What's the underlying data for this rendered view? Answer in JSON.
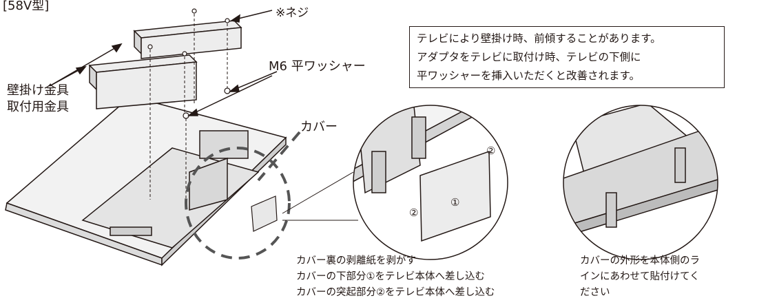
{
  "model_label": "[58V型]",
  "labels": {
    "screw": "※ネジ",
    "washer": "M6 平ワッシャー",
    "bracket_line1": "壁掛け金具",
    "bracket_line2": "取付用金具",
    "cover": "カバー",
    "num1": "①",
    "num2": "②"
  },
  "note": {
    "line1": "テレビにより壁掛け時、前傾することがあります。",
    "line2": "アダプタをテレビに取付け時、テレビの下側に",
    "line3": "平ワッシャーを挿入いただくと改善されます。"
  },
  "caption_left": {
    "line1": "カバー裏の剥離紙を剥がす",
    "line2": "カバーの下部分①をテレビ本体へ差し込む",
    "line3": "カバーの突起部分②をテレビ本体へ差し込む"
  },
  "caption_right": {
    "line1": "カバーの外形を本体側のラ",
    "line2": "インにあわせて貼付けてく",
    "line3": "ださい"
  },
  "colors": {
    "line": "#231815",
    "fill_light": "#e9e9e9",
    "fill_mid": "#d4d4d4"
  }
}
